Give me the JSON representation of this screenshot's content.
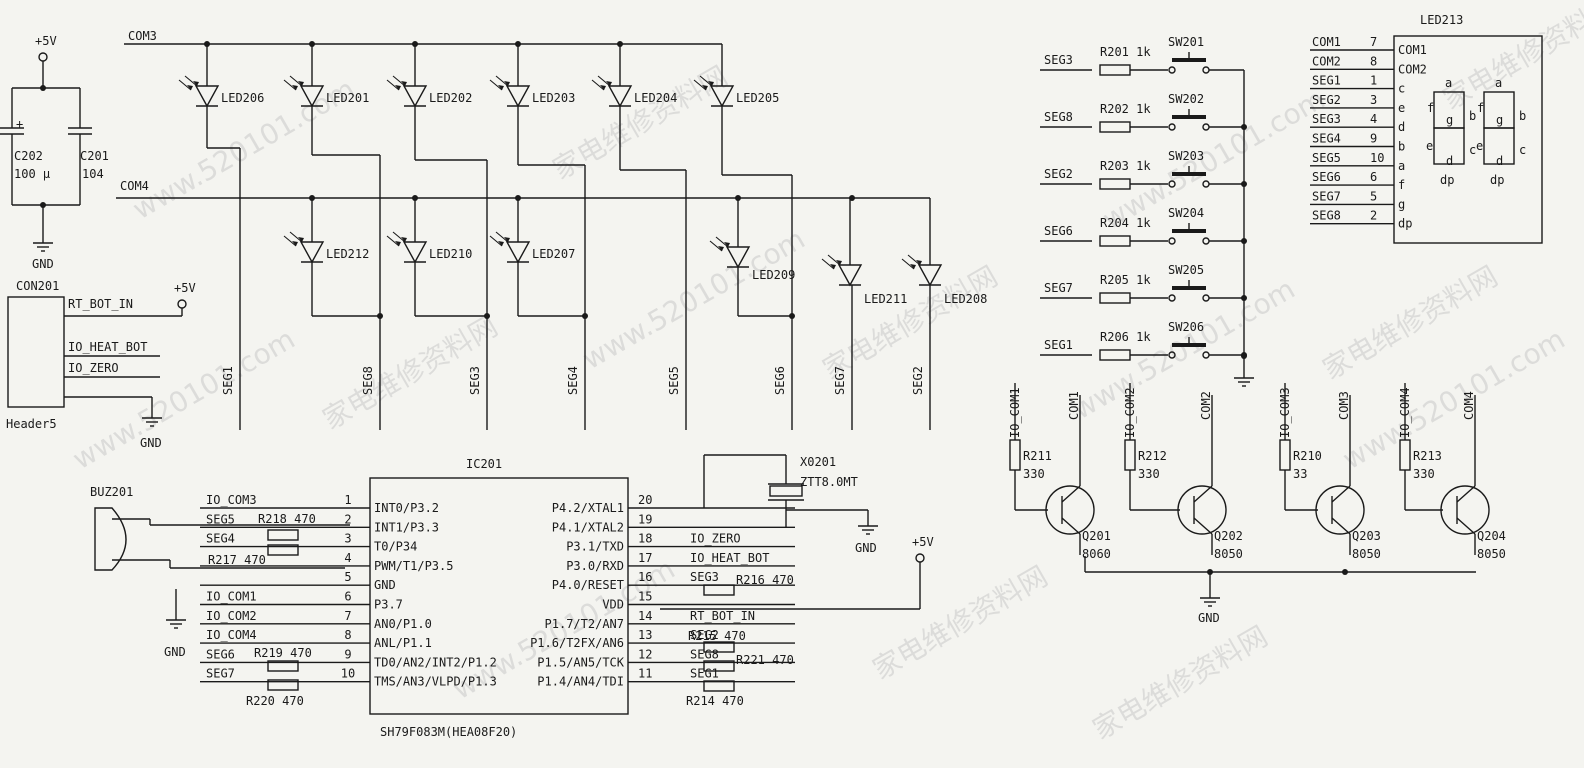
{
  "rails": {
    "com3": "COM3",
    "com4": "COM4"
  },
  "power": {
    "vcc": "+5V",
    "gnd": "GND",
    "c202": "C202",
    "c202v": "100 µ",
    "c201": "C201",
    "c201v": "104"
  },
  "leds_top": [
    "LED206",
    "LED201",
    "LED202",
    "LED203",
    "LED204",
    "LED205"
  ],
  "leds_bot": [
    "LED212",
    "LED210",
    "LED207",
    "LED209",
    "LED211",
    "LED208"
  ],
  "seg_nets": [
    "SEG1",
    "SEG8",
    "SEG3",
    "SEG4",
    "SEG5",
    "SEG6",
    "SEG7",
    "SEG2"
  ],
  "con": {
    "name": "CON201",
    "type": "Header5",
    "pins": [
      "RT_BOT_IN",
      "IO_HEAT_BOT",
      "IO_ZERO"
    ]
  },
  "buz": "BUZ201",
  "ic": {
    "ref": "IC201",
    "part": "SH79F083M(HEA08F20)",
    "left": [
      {
        "n": "1",
        "pin": "INT0/P3.2",
        "net": "IO_COM3"
      },
      {
        "n": "2",
        "pin": "INT1/P3.3",
        "net": "SEG5"
      },
      {
        "n": "3",
        "pin": "T0/P34",
        "net": "SEG4"
      },
      {
        "n": "4",
        "pin": "PWM/T1/P3.5",
        "net": ""
      },
      {
        "n": "5",
        "pin": "GND",
        "net": ""
      },
      {
        "n": "6",
        "pin": "P3.7",
        "net": "IO_COM1"
      },
      {
        "n": "7",
        "pin": "AN0/P1.0",
        "net": "IO_COM2"
      },
      {
        "n": "8",
        "pin": "ANL/P1.1",
        "net": "IO_COM4"
      },
      {
        "n": "9",
        "pin": "TD0/AN2/INT2/P1.2",
        "net": "SEG6"
      },
      {
        "n": "10",
        "pin": "TMS/AN3/VLPD/P1.3",
        "net": "SEG7"
      }
    ],
    "right": [
      {
        "n": "20",
        "pin": "P4.2/XTAL1",
        "net": ""
      },
      {
        "n": "19",
        "pin": "P4.1/XTAL2",
        "net": ""
      },
      {
        "n": "18",
        "pin": "P3.1/TXD",
        "net": "IO_ZERO"
      },
      {
        "n": "17",
        "pin": "P3.0/RXD",
        "net": "IO_HEAT_BOT"
      },
      {
        "n": "16",
        "pin": "P4.0/RESET",
        "net": "SEG3"
      },
      {
        "n": "15",
        "pin": "VDD",
        "net": ""
      },
      {
        "n": "14",
        "pin": "P1.7/T2/AN7",
        "net": "RT_BOT_IN"
      },
      {
        "n": "13",
        "pin": "P1.6/T2FX/AN6",
        "net": "SEG2"
      },
      {
        "n": "12",
        "pin": "P1.5/AN5/TCK",
        "net": "SEG8"
      },
      {
        "n": "11",
        "pin": "P1.4/AN4/TDI",
        "net": "SEG1"
      }
    ]
  },
  "res": {
    "r218": "R218  470",
    "r217": "R217  470",
    "r219": "R219  470",
    "r220": "R220  470",
    "r216": "R216  470",
    "r215": "R215  470",
    "r221": "R221  470",
    "r214": "R214  470"
  },
  "xtal": {
    "ref": "X0201",
    "val": "ZTT8.0MT"
  },
  "switches": [
    {
      "seg": "SEG3",
      "r": "R201  1k",
      "sw": "SW201"
    },
    {
      "seg": "SEG8",
      "r": "R202  1k",
      "sw": "SW202"
    },
    {
      "seg": "SEG2",
      "r": "R203  1k",
      "sw": "SW203"
    },
    {
      "seg": "SEG6",
      "r": "R204  1k",
      "sw": "SW204"
    },
    {
      "seg": "SEG7",
      "r": "R205  1k",
      "sw": "SW205"
    },
    {
      "seg": "SEG1",
      "r": "R206  1k",
      "sw": "SW206"
    }
  ],
  "display": {
    "ref": "LED213",
    "pins": [
      {
        "net": "COM1",
        "n": "7",
        "name": "COM1"
      },
      {
        "net": "COM2",
        "n": "8",
        "name": "COM2"
      },
      {
        "net": "SEG1",
        "n": "1",
        "name": "c"
      },
      {
        "net": "SEG2",
        "n": "3",
        "name": "e"
      },
      {
        "net": "SEG3",
        "n": "4",
        "name": "d"
      },
      {
        "net": "SEG4",
        "n": "9",
        "name": "b"
      },
      {
        "net": "SEG5",
        "n": "10",
        "name": "a"
      },
      {
        "net": "SEG6",
        "n": "6",
        "name": "f"
      },
      {
        "net": "SEG7",
        "n": "5",
        "name": "g"
      },
      {
        "net": "SEG8",
        "n": "2",
        "name": "dp"
      }
    ],
    "segs": {
      "a": "a",
      "b": "b",
      "c": "c",
      "d": "d",
      "e": "e",
      "f": "f",
      "g": "g",
      "dp": "dp"
    }
  },
  "transistors": [
    {
      "io": "IO_COM1",
      "com": "COM1",
      "r": "R211",
      "rv": "330",
      "q": "Q201",
      "qv": "8060"
    },
    {
      "io": "IO_COM2",
      "com": "COM2",
      "r": "R212",
      "rv": "330",
      "q": "Q202",
      "qv": "8050"
    },
    {
      "io": "IO_COM3",
      "com": "COM3",
      "r": "R210",
      "rv": "33",
      "q": "Q203",
      "qv": "8050"
    },
    {
      "io": "IO_COM4",
      "com": "COM4",
      "r": "R213",
      "rv": "330",
      "q": "Q204",
      "qv": "8050"
    }
  ],
  "watermark": {
    "site": "www.520101.com",
    "cn": "家电维修资料网"
  }
}
